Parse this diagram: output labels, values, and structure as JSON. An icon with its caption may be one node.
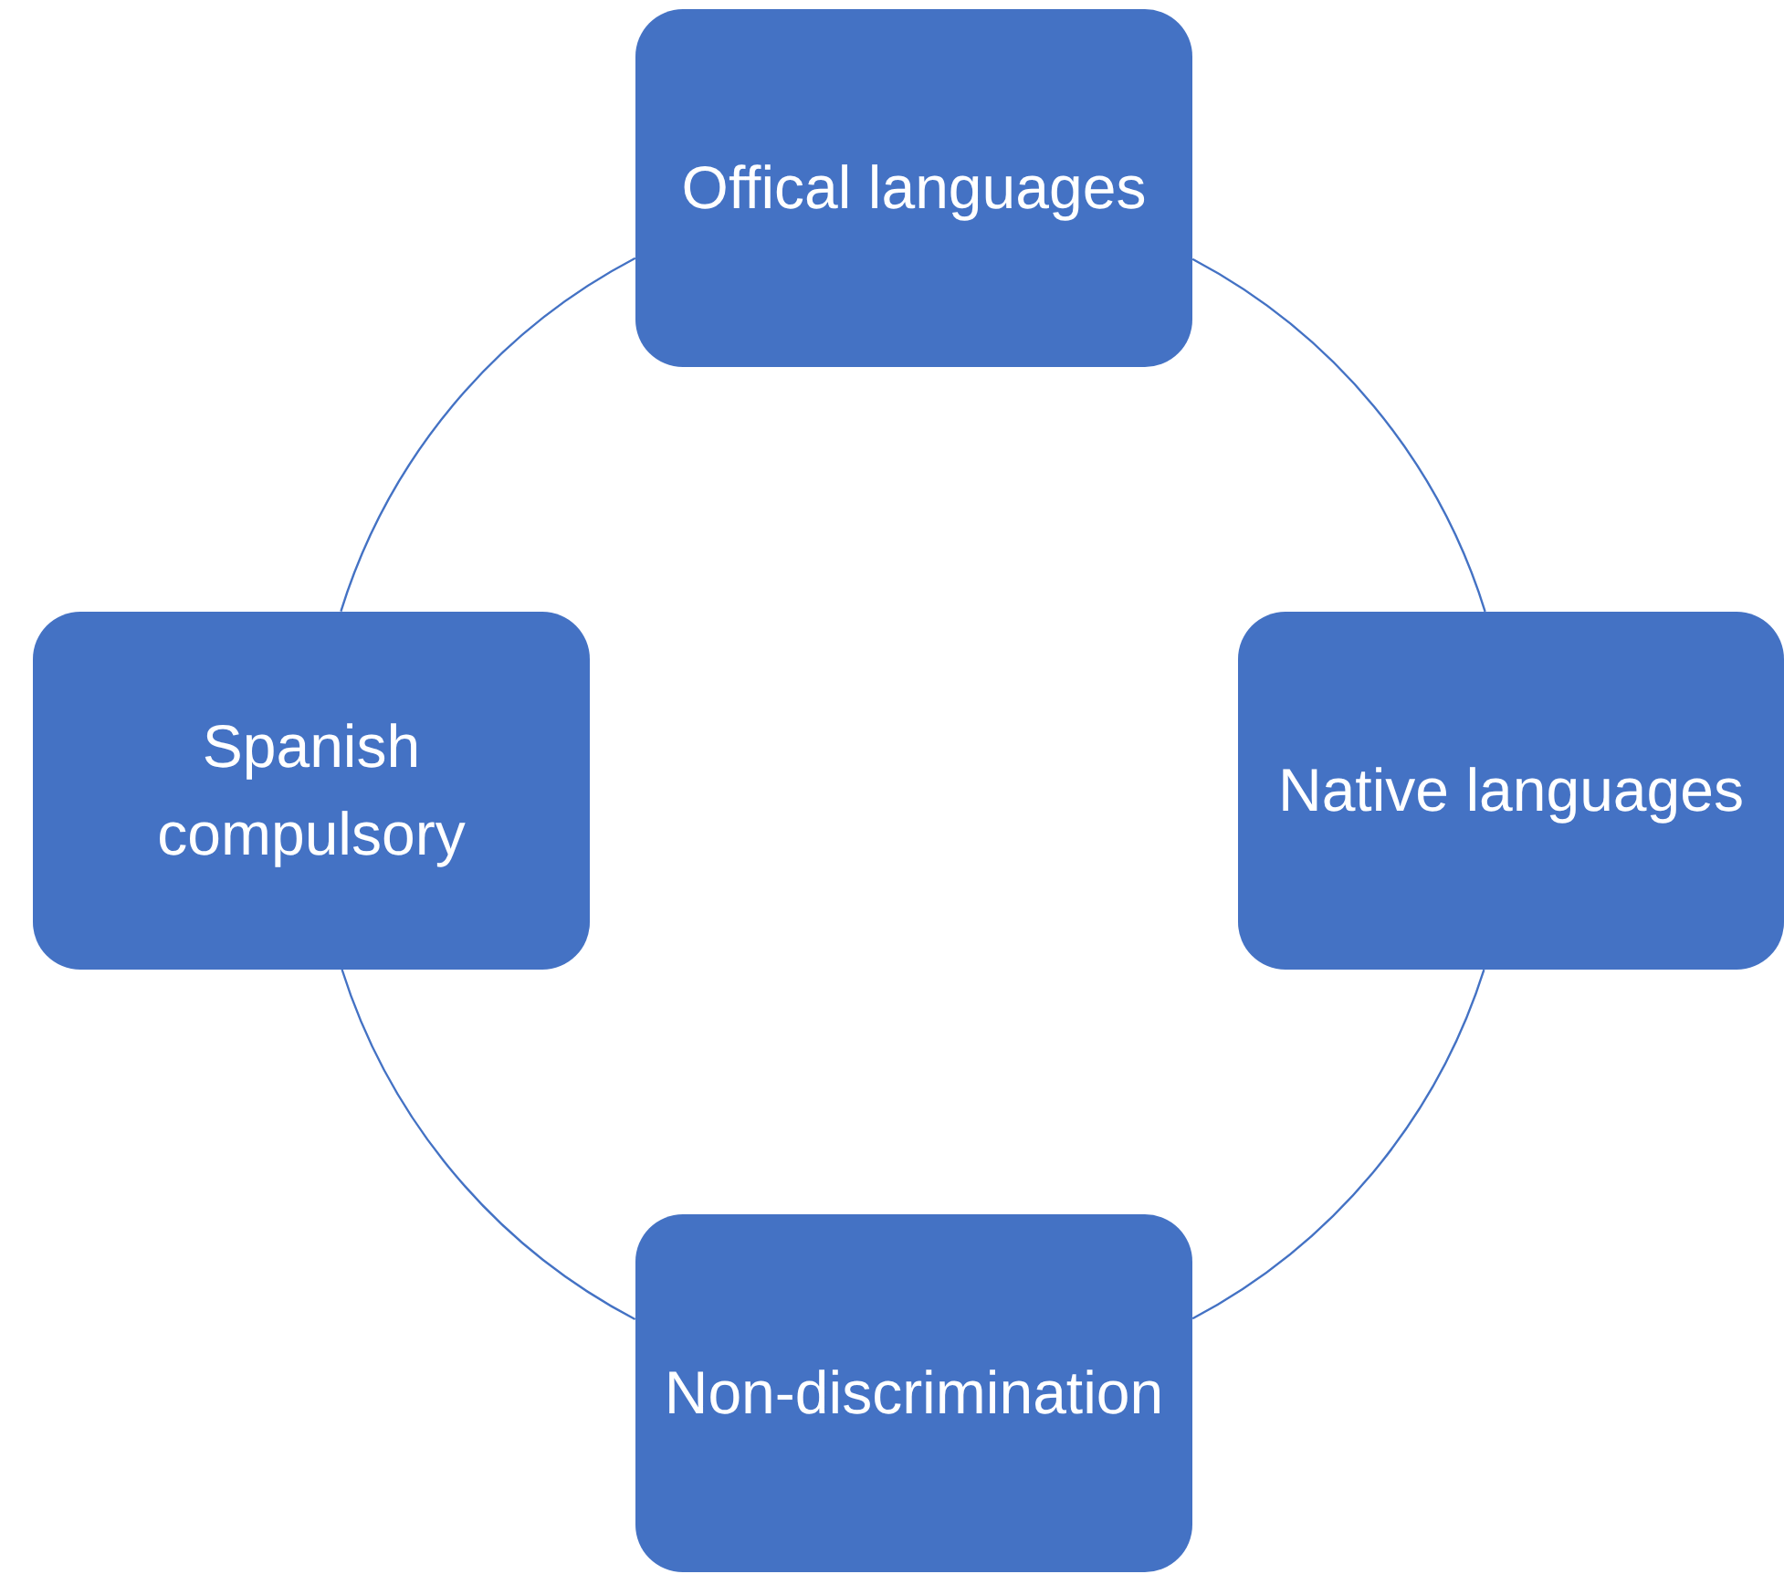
{
  "diagram": {
    "nodes": [
      {
        "text": [
          "Offical languages"
        ]
      },
      {
        "text": [
          "Spanish compulsory"
        ]
      },
      {
        "text": [
          "Native languages"
        ]
      },
      {
        "text": [
          "Non-discrimination"
        ]
      }
    ],
    "edges": [
      {
        "from": 0,
        "to": 2,
        "arrow": "none"
      },
      {
        "from": 2,
        "to": 3,
        "arrow": "none"
      },
      {
        "from": 3,
        "to": 1,
        "arrow": "none"
      },
      {
        "from": 1,
        "to": 0,
        "arrow": "none"
      }
    ]
  }
}
